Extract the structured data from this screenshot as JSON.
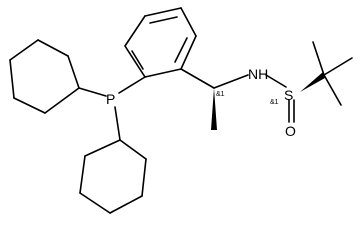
{
  "structure": {
    "atoms": {
      "phosphorus": "P",
      "nitrogen_hydrogen": "NH",
      "sulfur": "S",
      "oxygen": "O"
    },
    "stereo_labels": {
      "carbon_center": "&1",
      "sulfur_center": "&1"
    },
    "colors": {
      "bond": "#000000",
      "text": "#000000",
      "background": "#ffffff"
    }
  }
}
